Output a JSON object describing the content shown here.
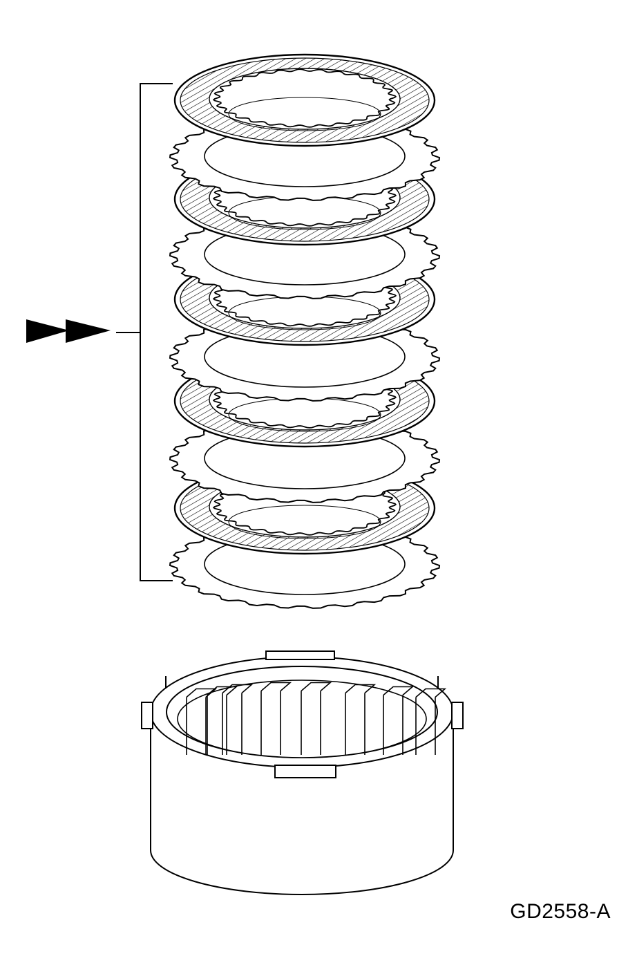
{
  "figure": {
    "id_label": "GD2558-A"
  },
  "parts": {
    "friction_plate_count": 5,
    "steel_plate_count": 5,
    "icons": [
      "clutch-pack-bracket",
      "indicator-arrow-icon",
      "clutch-hub-drum"
    ]
  },
  "colors": {
    "line": "#000000",
    "background": "#ffffff"
  }
}
